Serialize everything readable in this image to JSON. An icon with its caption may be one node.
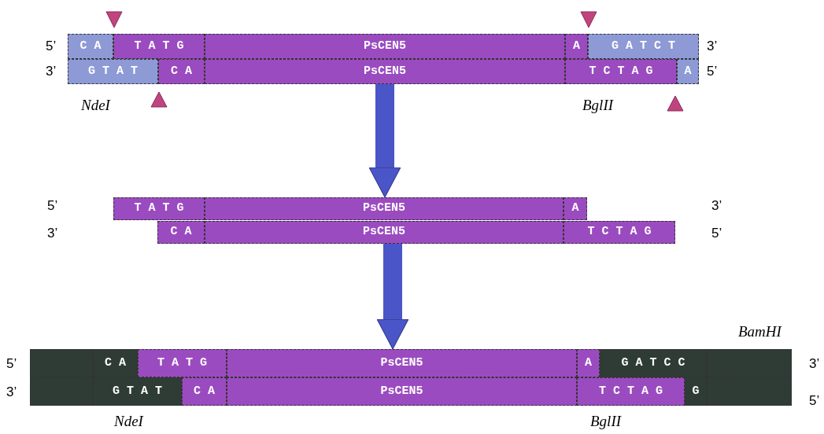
{
  "diagram": {
    "nodes": [
      {
        "text": [
          "C A"
        ]
      },
      {
        "text": [
          "T A T G"
        ]
      },
      {
        "text": [
          "PsCEN5"
        ]
      },
      {
        "text": [
          "A"
        ]
      },
      {
        "text": [
          "G A T C T"
        ]
      },
      {
        "text": [
          "G T A T"
        ]
      },
      {
        "text": [
          "C A"
        ]
      },
      {
        "text": [
          "PsCEN5"
        ]
      },
      {
        "text": [
          "T C T A G"
        ]
      },
      {
        "text": [
          "A"
        ]
      },
      {
        "text": [
          "T A T G"
        ]
      },
      {
        "text": [
          "PsCEN5"
        ]
      },
      {
        "text": [
          "A"
        ]
      },
      {
        "text": [
          "C A"
        ]
      },
      {
        "text": [
          "PsCEN5"
        ]
      },
      {
        "text": [
          "T C T A G"
        ]
      },
      {
        "text": [],
        "shape": "bar"
      },
      {
        "text": [
          "C A"
        ]
      },
      {
        "text": [
          "T A T G"
        ]
      },
      {
        "text": [
          "PsCEN5"
        ]
      },
      {
        "text": [
          "A"
        ]
      },
      {
        "text": [
          "G A T C C"
        ]
      },
      {
        "text": [],
        "shape": "bar"
      },
      {
        "text": [],
        "shape": "bar"
      },
      {
        "text": [
          "G T A T"
        ]
      },
      {
        "text": [
          "C A"
        ]
      },
      {
        "text": [
          "PsCEN5"
        ]
      },
      {
        "text": [
          "T C T A G"
        ]
      },
      {
        "text": [
          "G"
        ]
      },
      {
        "text": [],
        "shape": "bar"
      }
    ],
    "edges": [
      {
        "from": 7,
        "to": 11,
        "arrow": "to"
      },
      {
        "from": 14,
        "to": 19,
        "arrow": "to"
      }
    ],
    "labels": [
      "5’",
      "3’",
      "3’",
      "5’",
      "NdeI",
      "BglII",
      "5’",
      "3’",
      "3’",
      "5’",
      "BamHI",
      "5’",
      "3’",
      "3’",
      "5’",
      "NdeI",
      "BglII"
    ]
  }
}
